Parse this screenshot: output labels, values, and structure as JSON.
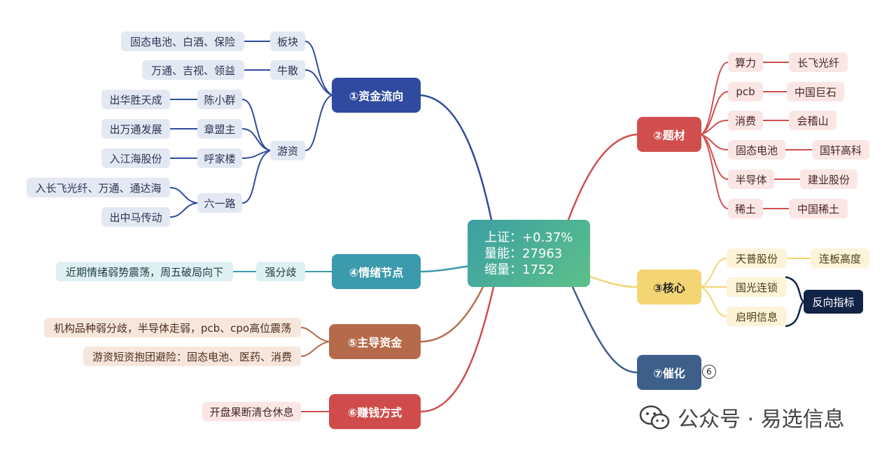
{
  "center": {
    "lines": [
      "上证：+0.37%",
      "量能：27963",
      "缩量：1752"
    ]
  },
  "branches": {
    "capital_flow": {
      "label": "①资金流向",
      "sector_label": "板块",
      "sector_items": "固态电池、白酒、保险",
      "retail_label": "牛散",
      "retail_items": "万通、吉视、领益",
      "hot_money_label": "游资",
      "traders": [
        {
          "name": "陈小群",
          "action": "出华胜天成"
        },
        {
          "name": "章盟主",
          "action": "出万通发展"
        },
        {
          "name": "呼家楼",
          "action": "入江海股份"
        }
      ],
      "liuyilu": {
        "name": "六一路",
        "actions": [
          "入长飞光纤、万通、通达海",
          "出中马传动"
        ]
      }
    },
    "theme": {
      "label": "②题材",
      "items": [
        {
          "topic": "算力",
          "stock": "长飞光纤"
        },
        {
          "topic": "pcb",
          "stock": "中国巨石"
        },
        {
          "topic": "消费",
          "stock": "会稽山"
        },
        {
          "topic": "固态电池",
          "stock": "国轩高科"
        },
        {
          "topic": "半导体",
          "stock": "建业股份"
        },
        {
          "topic": "稀土",
          "stock": "中国稀土"
        }
      ]
    },
    "core": {
      "label": "③核心",
      "tianpu": "天普股份",
      "tianpu_note": "连板高度",
      "guoguang": "国光连锁",
      "qiming": "启明信息",
      "reverse": "反向指标"
    },
    "sentiment": {
      "label": "④情绪节点",
      "child": "强分歧",
      "detail": "近期情绪弱势震荡，周五破局向下"
    },
    "main_capital": {
      "label": "⑤主导资金",
      "items": [
        "机构品种弱分歧，半导体走弱，pcb、cpo高位震荡",
        "游资短资抱团避险：固态电池、医药、消费"
      ]
    },
    "profit_method": {
      "label": "⑥赚钱方式",
      "child": "开盘果断清仓休息"
    },
    "catalyst": {
      "label": "⑦催化",
      "badge": "6"
    }
  },
  "watermark": {
    "text": "公众号 · 易选信息",
    "icon": "wechat-icon"
  },
  "colors": {
    "blue": "#2f4a9e",
    "red": "#d14e4e",
    "yellow": "#f3d574",
    "navy": "#122446",
    "teal": "#3b9aab",
    "brown": "#b56b4b",
    "crimson": "#d04c4c",
    "slate": "#3d5f8a"
  }
}
